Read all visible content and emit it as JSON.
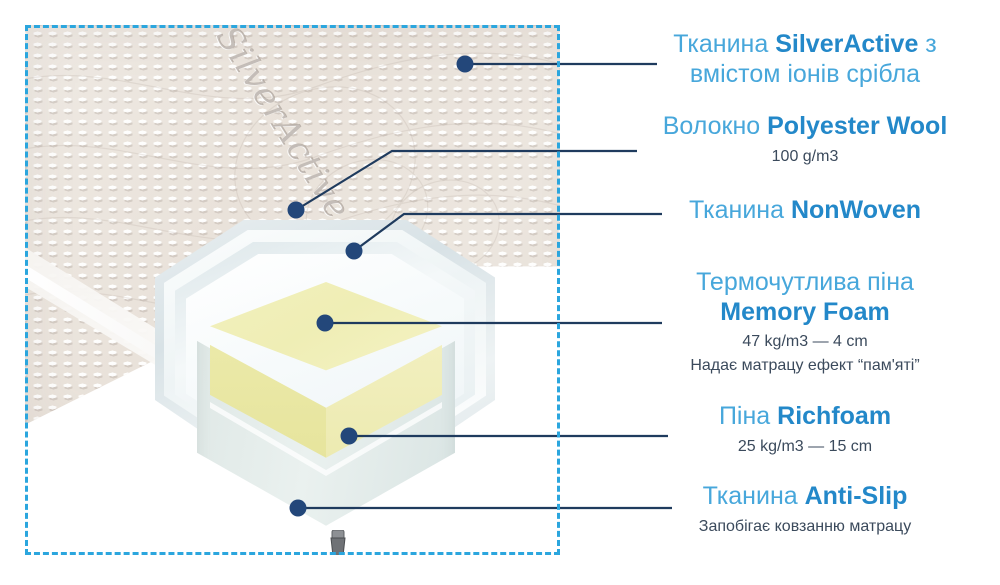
{
  "diagram": {
    "title": "Mattress layer cutaway diagram",
    "brand_embroidery": "SilverActive",
    "frame_color": "#2BA6DE",
    "leader_color": "#1F3B5E",
    "heading_color": "#47A7DB",
    "brand_color": "#2388C9",
    "caption_color": "#3B4A5C"
  },
  "labels": [
    {
      "id": "silveractive",
      "head_prefix": "Тканина ",
      "head_brand": "SilverActive",
      "head_suffix": " з",
      "head_line2": "вмістом іонів срібла",
      "sub": ""
    },
    {
      "id": "polyester-wool",
      "head_prefix": "Волокно ",
      "head_brand": "Polyester Wool",
      "head_suffix": "",
      "head_line2": "",
      "sub": "100 g/m3"
    },
    {
      "id": "nonwoven",
      "head_prefix": "Тканина ",
      "head_brand": "NonWoven",
      "head_suffix": "",
      "head_line2": "",
      "sub": ""
    },
    {
      "id": "memory-foam",
      "head_prefix": "Термочутлива піна",
      "head_brand": "Memory Foam",
      "head_suffix": "",
      "head_line2": "",
      "sub": "47 kg/m3 — 4 cm",
      "sub2": "Надає матрацу ефект “пам'яті”"
    },
    {
      "id": "richfoam",
      "head_prefix": "Піна ",
      "head_brand": "Richfoam",
      "head_suffix": "",
      "head_line2": "",
      "sub": "25 kg/m3 — 15 cm"
    },
    {
      "id": "anti-slip",
      "head_prefix": "Тканина ",
      "head_brand": "Anti-Slip",
      "head_suffix": "",
      "head_line2": "",
      "sub": "Запобігає ковзанню матрацу"
    }
  ],
  "layers": {
    "cover": "SilverActive cover fabric",
    "wool": "Polyester Wool fibre",
    "nonwoven": "NonWoven fabric",
    "memory": "Memory Foam block",
    "richfoam": "Richfoam base block",
    "antislip": "Anti-Slip bottom fabric",
    "zipper": "cover zipper"
  }
}
